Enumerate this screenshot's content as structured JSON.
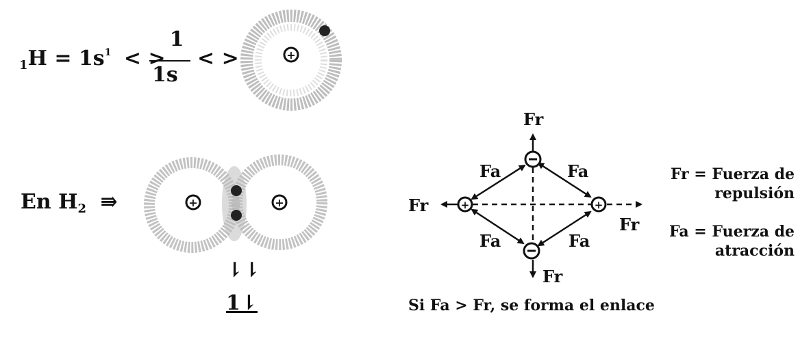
{
  "hydrogen": {
    "label": "H",
    "subscript": "1",
    "config_prefix": " = 1s",
    "superscript": "1",
    "arrows": "< >",
    "orbital_arrow": "1",
    "orbital_label": "1s",
    "arrows2": "< >"
  },
  "h2": {
    "label": "En  H",
    "subscript": "2",
    "implies": "⇛",
    "spins": "⇂⇂",
    "pair": "1⇂"
  },
  "forces": {
    "fr_top": "Fr",
    "fr_left": "Fr",
    "fr_right": "Fr",
    "fr_bottom": "Fr",
    "fa_upper_left": "Fa",
    "fa_upper_right": "Fa",
    "fa_lower_left": "Fa",
    "fa_lower_right": "Fa"
  },
  "legend": {
    "fr_term": "Fr = Fuerza de",
    "fr_cont": "repulsión",
    "fa_term": "Fa = Fuerza de",
    "fa_cont": "atracción"
  },
  "conclusion": "Si  Fa > Fr, se forma el enlace",
  "symbols": {
    "plus": "+",
    "minus": "−"
  }
}
